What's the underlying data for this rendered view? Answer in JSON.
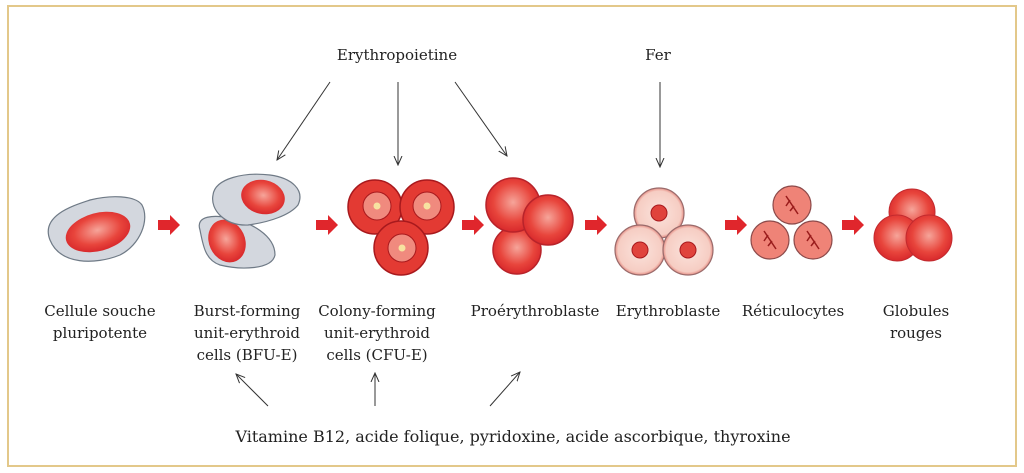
{
  "regulators": {
    "erythropoietin": "Erythropoietine",
    "iron": "Fer",
    "cofactors": "Vitamine B12, acide folique, pyridoxine, acide ascorbique, thyroxine"
  },
  "stages": [
    {
      "lines": [
        "Cellule souche",
        "pluripotente"
      ]
    },
    {
      "lines": [
        "Burst-forming",
        "unit-erythroid",
        "cells (BFU-E)"
      ]
    },
    {
      "lines": [
        "Colony-forming",
        "unit-erythroid",
        "cells (CFU-E)"
      ]
    },
    {
      "lines": [
        "Proérythroblaste"
      ]
    },
    {
      "lines": [
        "Erythroblaste"
      ]
    },
    {
      "lines": [
        "Réticulocytes"
      ]
    },
    {
      "lines": [
        "Globules",
        "rouges"
      ]
    }
  ],
  "colors": {
    "frame": "#e3c88a",
    "red": "#e0262c",
    "gray": "#d3d7de"
  }
}
